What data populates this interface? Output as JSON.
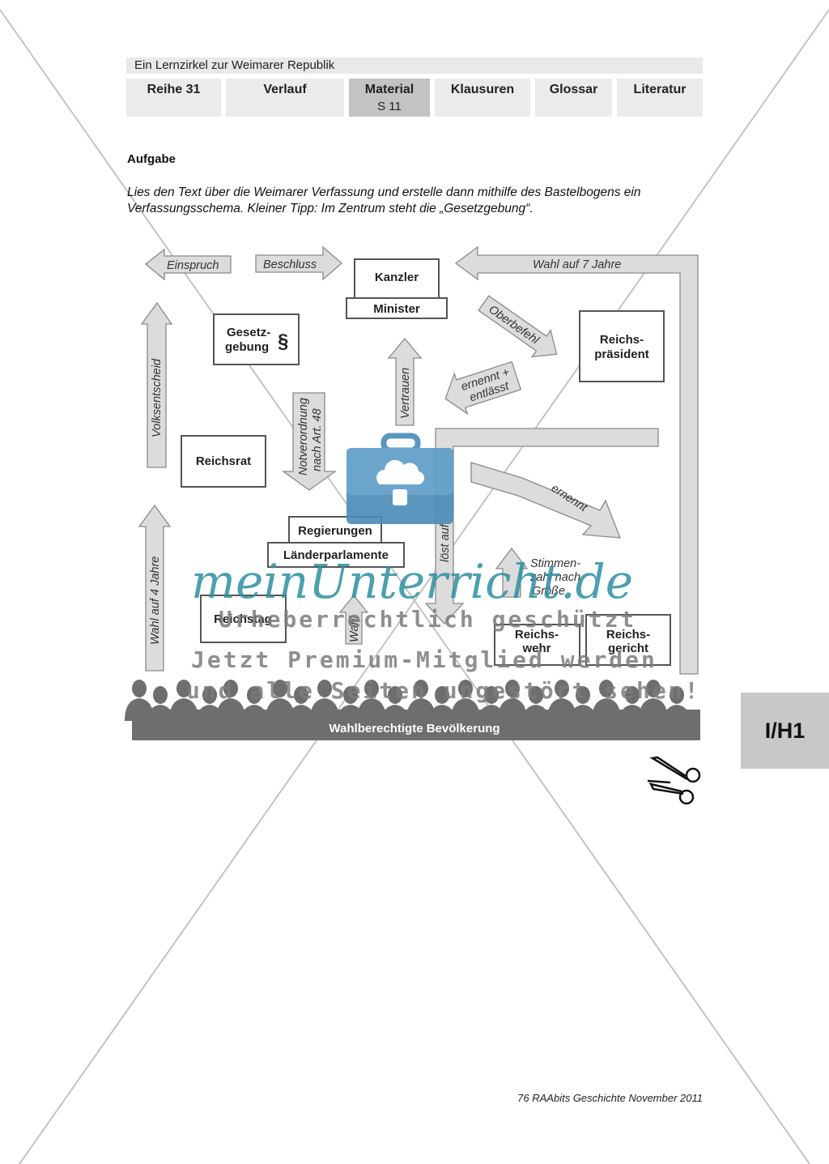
{
  "header": {
    "series_title": "Ein Lernzirkel zur Weimarer Republik",
    "tabs": [
      {
        "label": "Reihe 31",
        "sub": ""
      },
      {
        "label": "Verlauf",
        "sub": ""
      },
      {
        "label": "Material",
        "sub": "S 11"
      },
      {
        "label": "Klausuren",
        "sub": ""
      },
      {
        "label": "Glossar",
        "sub": ""
      },
      {
        "label": "Literatur",
        "sub": ""
      }
    ]
  },
  "task": {
    "heading": "Aufgabe",
    "text": "Lies den Text über die Weimarer Verfassung und erstelle dann mithilfe des Bastelbogens ein Verfassungsschema. Kleiner Tipp: Im Zentrum steht die „Gesetzgebung“."
  },
  "diagram": {
    "boxes": {
      "kanzler": "Kanzler",
      "minister": "Minister",
      "gesetz_line1": "Gesetz-",
      "gesetz_line2": "gebung",
      "paragraph": "§",
      "reichspraesident_line1": "Reichs-",
      "reichspraesident_line2": "präsident",
      "reichsrat": "Reichsrat",
      "regierungen": "Regierungen",
      "laenderparlamente": "Länderparlamente",
      "reichstag": "Reichstag",
      "reichswehr_line1": "Reichs-",
      "reichswehr_line2": "wehr",
      "reichsgericht_line1": "Reichs-",
      "reichsgericht_line2": "gericht",
      "population": "Wahlberechtigte Bevölkerung"
    },
    "arrows": {
      "einspruch": "Einspruch",
      "beschluss": "Beschluss",
      "wahl7": "Wahl auf 7 Jahre",
      "oberbefehl": "Oberbefehl",
      "ernennt_entlaesst_line1": "ernennt +",
      "ernennt_entlaesst_line2": "entlässt",
      "vertrauen": "Vertrauen",
      "notverordnung_line1": "Notverordnung",
      "notverordnung_line2": "nach Art. 48",
      "volksentscheid": "Volksentscheid",
      "wahl4": "Wahl auf 4 Jahre",
      "ernennt": "ernennt",
      "loest_auf": "löst auf",
      "stimmen_line1": "Stimmen-",
      "stimmen_line2": "zahl nach",
      "stimmen_line3": "Größe",
      "wahl": "Wahl"
    }
  },
  "watermark": {
    "brand": "meinUnterricht.de",
    "line1": "Urheberrechtlich geschützt",
    "line2": "Jetzt Premium-Mitglied werden",
    "line3": "und alle Seiten ungestört sehen!"
  },
  "side_tab": "I/H1",
  "footer": "76 RAAbits Geschichte November 2011",
  "colors": {
    "tab_gray": "#ebebeb",
    "tab_active": "#c3c3c3",
    "arrow_fill": "#dcdcdc",
    "crowd": "#6e6e6e",
    "watermark_teal": "#2f8fa0",
    "briefcase_blue": "#4a8bb8"
  }
}
